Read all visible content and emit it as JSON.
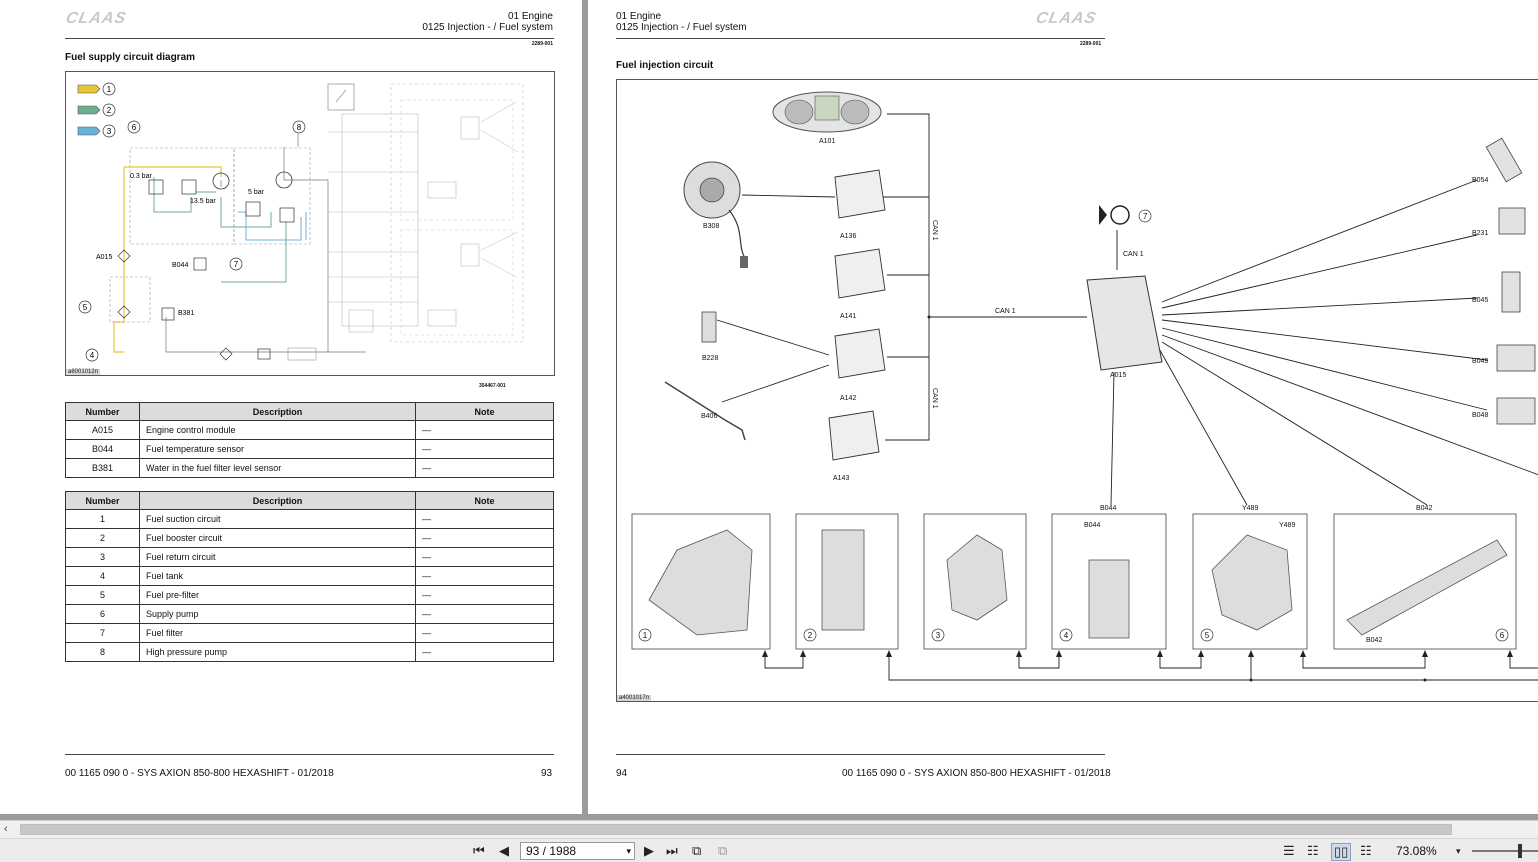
{
  "left_page": {
    "brand": "CLAAS",
    "header_line1": "01 Engine",
    "header_line2": "0125 Injection - / Fuel system",
    "doc_ref": "2289-001",
    "title": "Fuel supply circuit diagram",
    "figure_tag": "a6001012n",
    "figure_ref": "354467-001",
    "diagram_labels": {
      "l1": "1",
      "l2": "2",
      "l3": "3",
      "l4": "4",
      "l5": "5",
      "l6": "6",
      "l7": "7",
      "l8": "8",
      "p1": "0.3 bar",
      "p2": "13.5 bar",
      "p3": "5 bar",
      "a015": "A015",
      "b044": "B044",
      "b381": "B381"
    },
    "table1": {
      "headers": [
        "Number",
        "Description",
        "Note"
      ],
      "rows": [
        [
          "A015",
          "Engine control module",
          "—"
        ],
        [
          "B044",
          "Fuel temperature sensor",
          "—"
        ],
        [
          "B381",
          "Water in the fuel filter level sensor",
          "—"
        ]
      ]
    },
    "table2": {
      "headers": [
        "Number",
        "Description",
        "Note"
      ],
      "rows": [
        [
          "1",
          "Fuel suction circuit",
          "—"
        ],
        [
          "2",
          "Fuel booster circuit",
          "—"
        ],
        [
          "3",
          "Fuel return circuit",
          "—"
        ],
        [
          "4",
          "Fuel tank",
          "—"
        ],
        [
          "5",
          "Fuel pre-filter",
          "—"
        ],
        [
          "6",
          "Supply pump",
          "—"
        ],
        [
          "7",
          "Fuel filter",
          "—"
        ],
        [
          "8",
          "High pressure pump",
          "—"
        ]
      ]
    },
    "footer_text": "00 1165 090 0 - SYS AXION 850-800 HEXASHIFT - 01/2018",
    "page_number": "93"
  },
  "right_page": {
    "brand": "CLAAS",
    "header_line1": "01 Engine",
    "header_line2": "0125 Injection - / Fuel system",
    "doc_ref": "2289-001",
    "title": "Fuel injection circuit",
    "figure_tag": "a4001017n",
    "labels": {
      "a101": "A101",
      "b308": "B308",
      "a136": "A136",
      "a141": "A141",
      "a142": "A142",
      "a143": "A143",
      "b228": "B228",
      "b406": "B406",
      "can1_a": "CAN 1",
      "can1_b": "CAN 1",
      "can1_c": "CAN 1",
      "can1_d": "CAN 1",
      "a015": "A015",
      "seven": "7",
      "b054": "B054",
      "b231": "B231",
      "b045": "B045",
      "b049": "B049",
      "b048": "B048",
      "b044": "B044",
      "y489": "Y489",
      "b042": "B042",
      "b044_in": "B044",
      "y489_in": "Y489",
      "b042_in": "B042",
      "n1": "1",
      "n2": "2",
      "n3": "3",
      "n4": "4",
      "n5": "5",
      "n6": "6"
    },
    "footer_text": "00 1165 090 0 - SYS AXION 850-800 HEXASHIFT - 01/2018",
    "page_number": "94"
  },
  "toolbar": {
    "page_field": "93 / 1988",
    "zoom": "73.08%"
  },
  "colors": {
    "suction": "#e8c53a",
    "booster": "#6fae8c",
    "return": "#6ab2d8"
  }
}
